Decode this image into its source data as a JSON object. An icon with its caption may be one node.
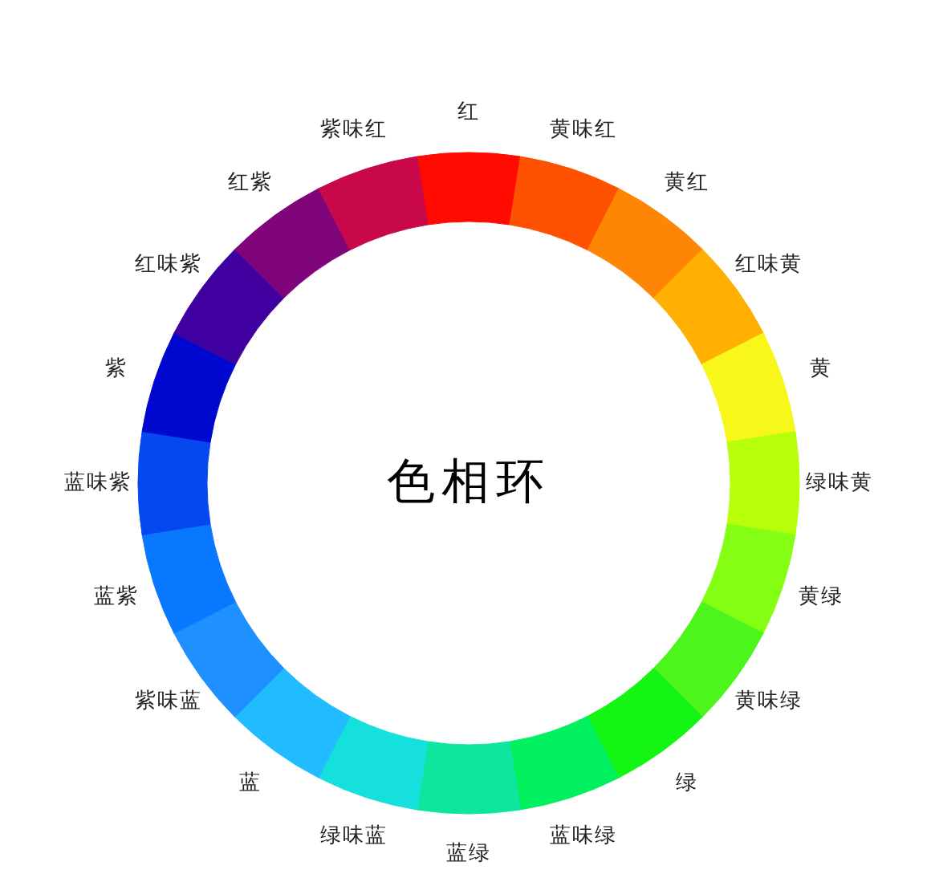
{
  "diagram": {
    "title": "色相环",
    "nodes": [
      {
        "text": [
          "红"
        ]
      },
      {
        "text": [
          "黄味红"
        ]
      },
      {
        "text": [
          "黄红"
        ]
      },
      {
        "text": [
          "红味黄"
        ]
      },
      {
        "text": [
          "黄"
        ]
      },
      {
        "text": [
          "绿味黄"
        ]
      },
      {
        "text": [
          "黄绿"
        ]
      },
      {
        "text": [
          "黄味绿"
        ]
      },
      {
        "text": [
          "绿"
        ]
      },
      {
        "text": [
          "蓝味绿"
        ]
      },
      {
        "text": [
          "蓝绿"
        ]
      },
      {
        "text": [
          "绿味蓝"
        ]
      },
      {
        "text": [
          "蓝"
        ]
      },
      {
        "text": [
          "紫味蓝"
        ]
      },
      {
        "text": [
          "蓝紫"
        ]
      },
      {
        "text": [
          "蓝味紫"
        ]
      },
      {
        "text": [
          "紫"
        ]
      },
      {
        "text": [
          "红味紫"
        ]
      },
      {
        "text": [
          "红紫"
        ]
      },
      {
        "text": [
          "紫味红"
        ]
      }
    ]
  }
}
